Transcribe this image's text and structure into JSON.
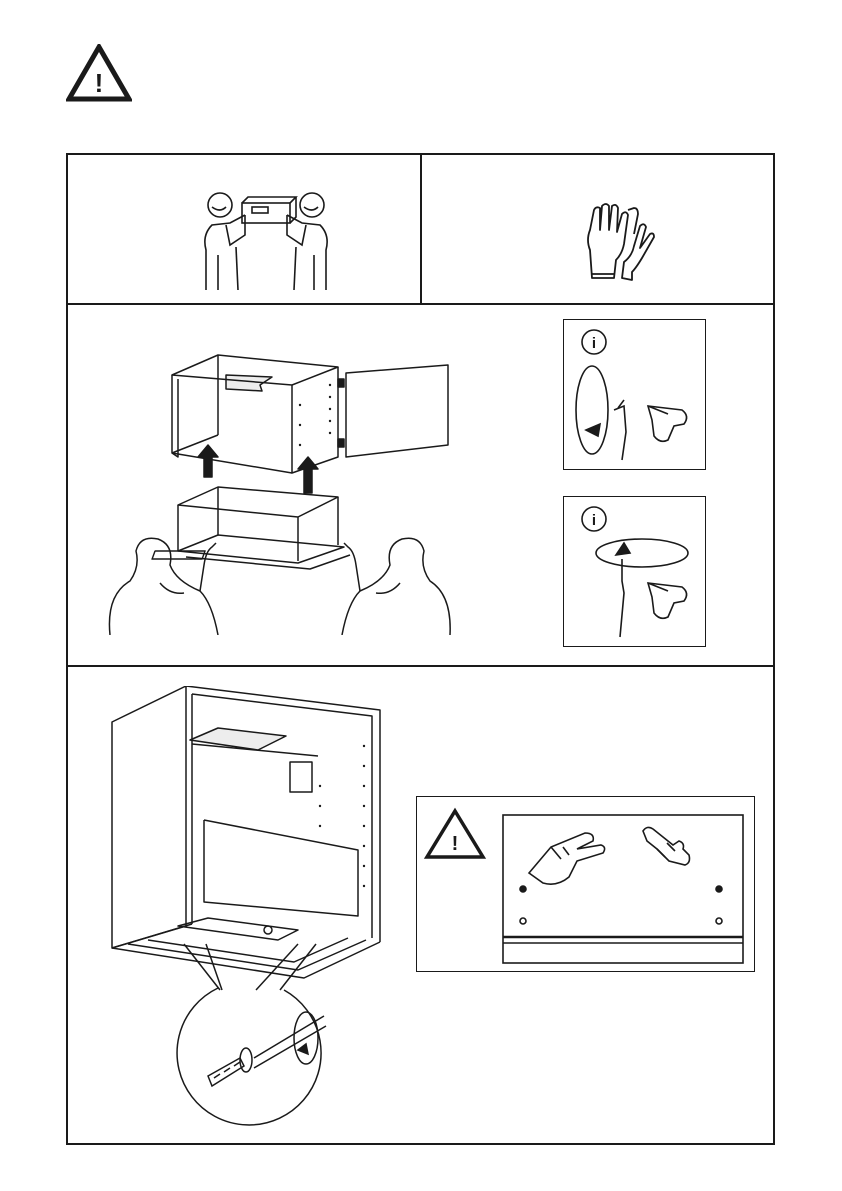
{
  "warning": {
    "icon": "warning-triangle-icon",
    "glyph": "!"
  },
  "panels": {
    "two_person_lift": {
      "icon": "two-person-lift-icon"
    },
    "gloves": {
      "icon": "protective-gloves-icon"
    },
    "lift_into_cabinet": {
      "icon": "lift-hood-into-cabinet-illustration"
    },
    "info_socket_wall": {
      "icon": "info-icon",
      "glyph": "i"
    },
    "info_socket_ceiling": {
      "icon": "info-icon",
      "glyph": "i"
    },
    "mounted_hood": {
      "icon": "mounted-hood-illustration"
    },
    "screw_detail": {
      "icon": "screw-detail-icon"
    },
    "pinch_warning": {
      "icon": "warning-triangle-icon",
      "glyph": "!"
    }
  },
  "colors": {
    "ink": "#1a1a1a",
    "paper": "#ffffff"
  }
}
